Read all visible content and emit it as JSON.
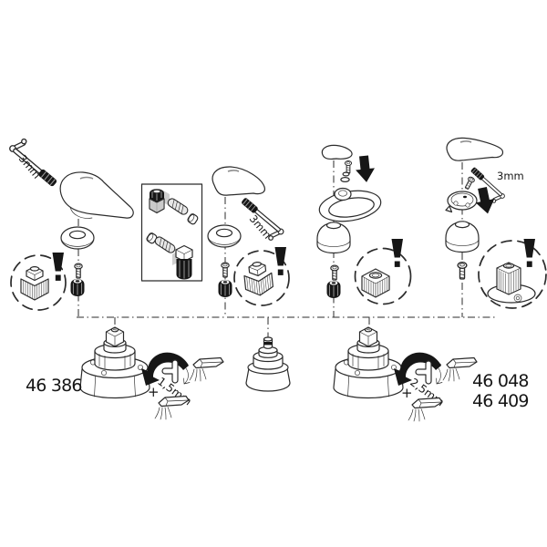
{
  "diagram": {
    "background": "#ffffff",
    "line_color": "#2b2b2b",
    "solid_black": "#161616",
    "labels": {
      "handle1_hex": "3mm",
      "handle2_hex": "3mm",
      "handle4_hex": "3mm"
    },
    "adjusters": {
      "left": {
        "hex_size": "1,5mm",
        "plus": "+",
        "minus": "-"
      },
      "right": {
        "hex_size": "2,5mm",
        "plus": "+",
        "minus": "-"
      }
    },
    "part_numbers": {
      "left_cartridge": "46 386",
      "right_cartridge_top": "46 048",
      "right_cartridge_bottom": "46 409"
    },
    "icons": {
      "warning": "exclamation-icon",
      "press_down": "down-arrow-icon",
      "rotate": "curved-arrow-icon",
      "water_flow": "spout-spray-icon",
      "allen_key": "hex-key-icon"
    }
  }
}
